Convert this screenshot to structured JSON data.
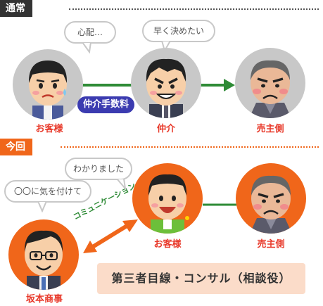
{
  "sections": {
    "normal_tag": "通常",
    "now_tag": "今回"
  },
  "normal": {
    "bubble_customer": "心配…",
    "bubble_broker": "早く決めたい",
    "fee_badge": "仲介手数料",
    "labels": {
      "customer": "お客様",
      "broker": "仲介",
      "seller": "売主側"
    }
  },
  "now": {
    "bubble_customer": "わかりました",
    "bubble_sakamoto": "〇〇に気を付けて",
    "communication": "コミュニケーション",
    "labels": {
      "sakamoto": "坂本商事",
      "customer": "お客様",
      "seller": "売主側"
    },
    "note": "第三者目線・コンサル（相談役）"
  },
  "colors": {
    "orange": "#f0661a",
    "green": "#2e8b36",
    "navy": "#3b3bb0",
    "red_label": "#e8392a"
  }
}
